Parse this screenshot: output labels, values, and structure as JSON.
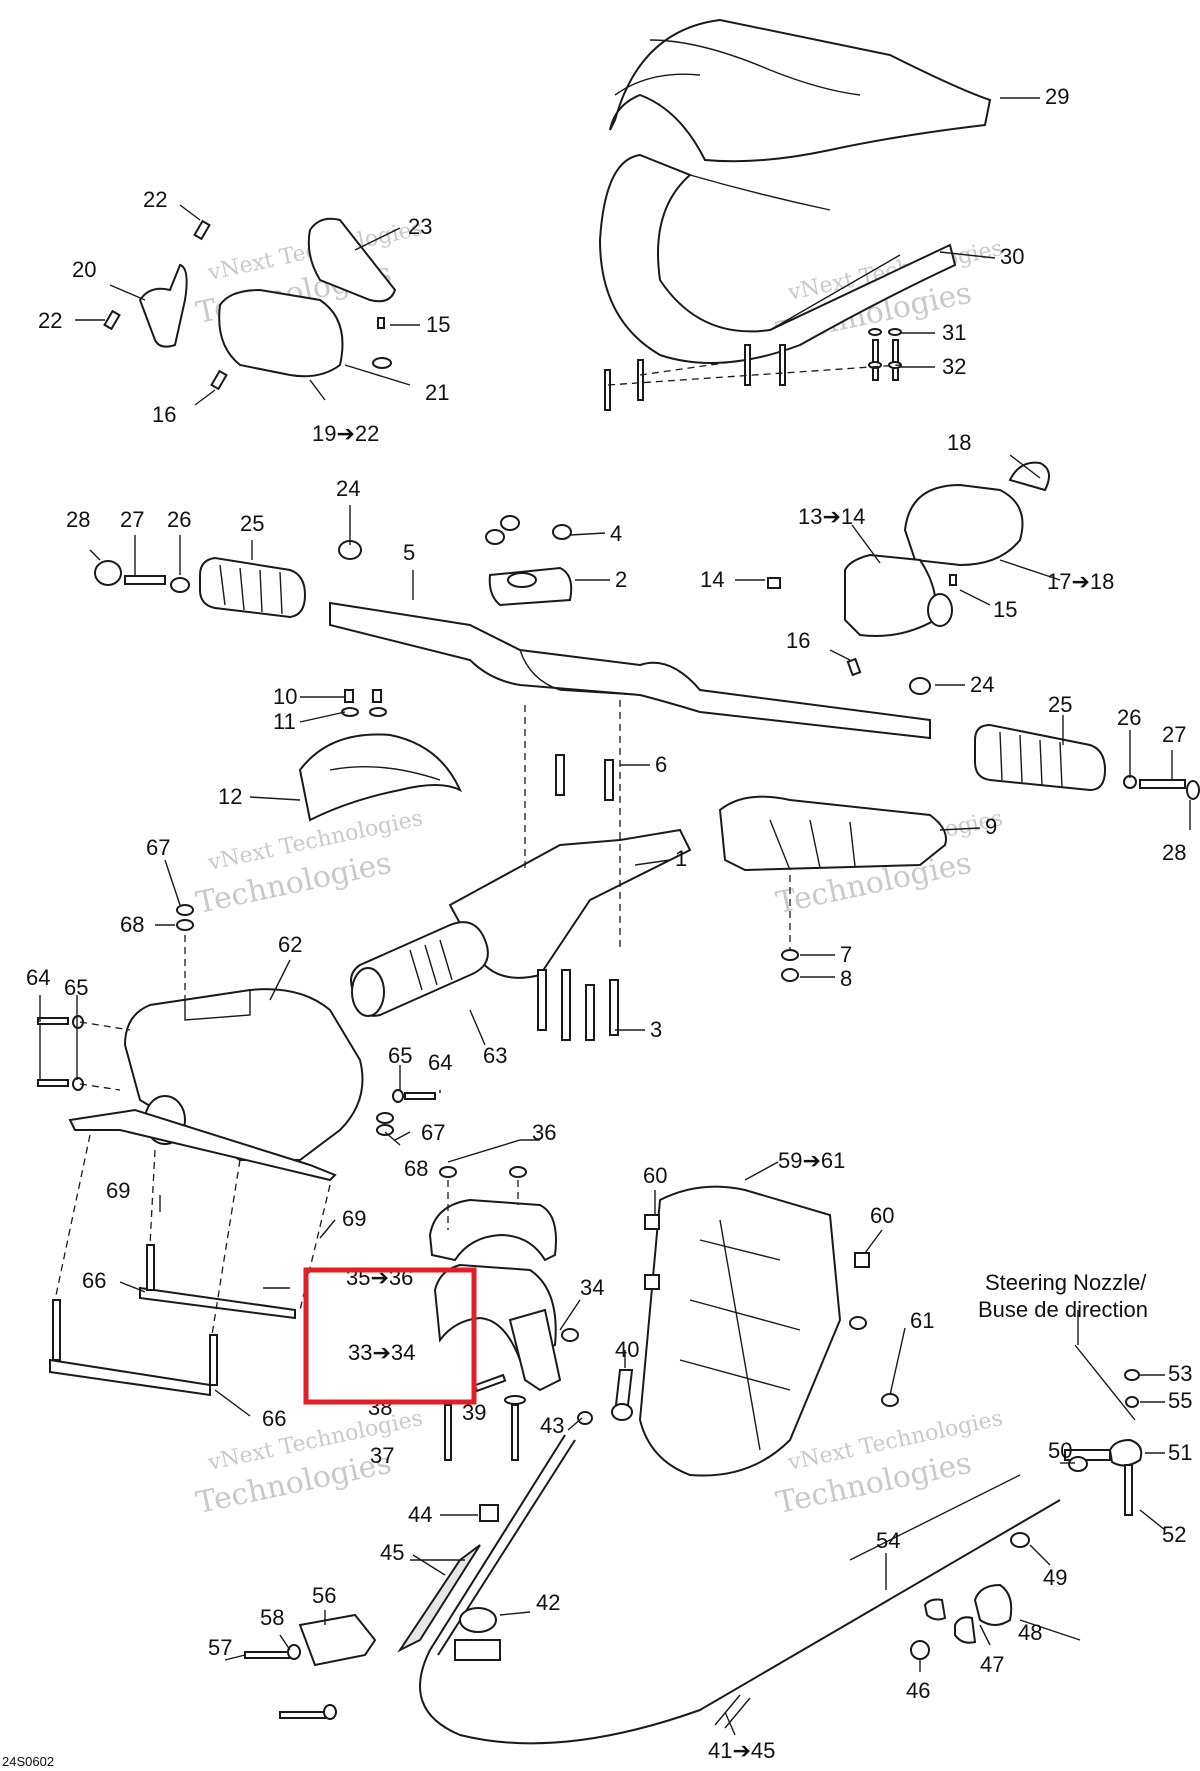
{
  "callouts": [
    "29",
    "30",
    "31",
    "32",
    "22",
    "23",
    "20",
    "22",
    "15",
    "21",
    "16",
    "19➔22",
    "24",
    "28",
    "27",
    "26",
    "25",
    "5",
    "4",
    "2",
    "18",
    "13➔14",
    "14",
    "17➔18",
    "15",
    "16",
    "24",
    "10",
    "11",
    "12",
    "6",
    "25",
    "26",
    "27",
    "28",
    "9",
    "1",
    "67",
    "68",
    "62",
    "7",
    "8",
    "3",
    "64",
    "65",
    "63",
    "65",
    "64",
    "67",
    "68",
    "36",
    "59➔61",
    "60",
    "60",
    "69",
    "69",
    "66",
    "35➔36",
    "34",
    "40",
    "61",
    "33➔34",
    "38",
    "39",
    "37",
    "43",
    "66",
    "44",
    "50",
    "51",
    "52",
    "53",
    "55",
    "45",
    "42",
    "54",
    "49",
    "56",
    "58",
    "57",
    "46",
    "47",
    "48",
    "41➔45"
  ],
  "nozzle_label": {
    "line1": "Steering Nozzle/",
    "line2": "Buse de direction"
  },
  "watermark": {
    "line1": "vNext Technologies",
    "line2": "Technologies"
  },
  "drawing_code": "24S0602",
  "highlight_color": "#e31e24"
}
